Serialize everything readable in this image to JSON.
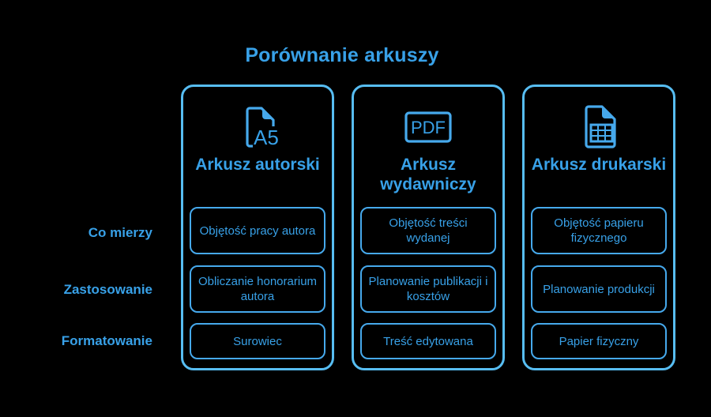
{
  "title": "Porównanie arkuszy",
  "colors": {
    "background": "#000000",
    "accent_text": "#38a1e8",
    "card_border": "#57bdf2",
    "cell_border": "#46a9ec"
  },
  "row_labels": [
    "Co mierzy",
    "Zastosowanie",
    "Formatowanie"
  ],
  "columns": [
    {
      "icon": "a5-sheet-icon",
      "icon_text": "A5",
      "title": "Arkusz autorski",
      "cells": [
        "Objętość pracy autora",
        "Obliczanie honorarium autora",
        "Surowiec"
      ]
    },
    {
      "icon": "pdf-file-icon",
      "icon_text": "PDF",
      "title": "Arkusz wydawniczy",
      "cells": [
        "Objętość treści wydanej",
        "Planowanie publikacji i kosztów",
        "Treść edytowana"
      ]
    },
    {
      "icon": "spreadsheet-file-icon",
      "icon_text": "",
      "title": "Arkusz drukarski",
      "cells": [
        "Objętość papieru fizycznego",
        "Planowanie produkcji",
        "Papier fizyczny"
      ]
    }
  ]
}
